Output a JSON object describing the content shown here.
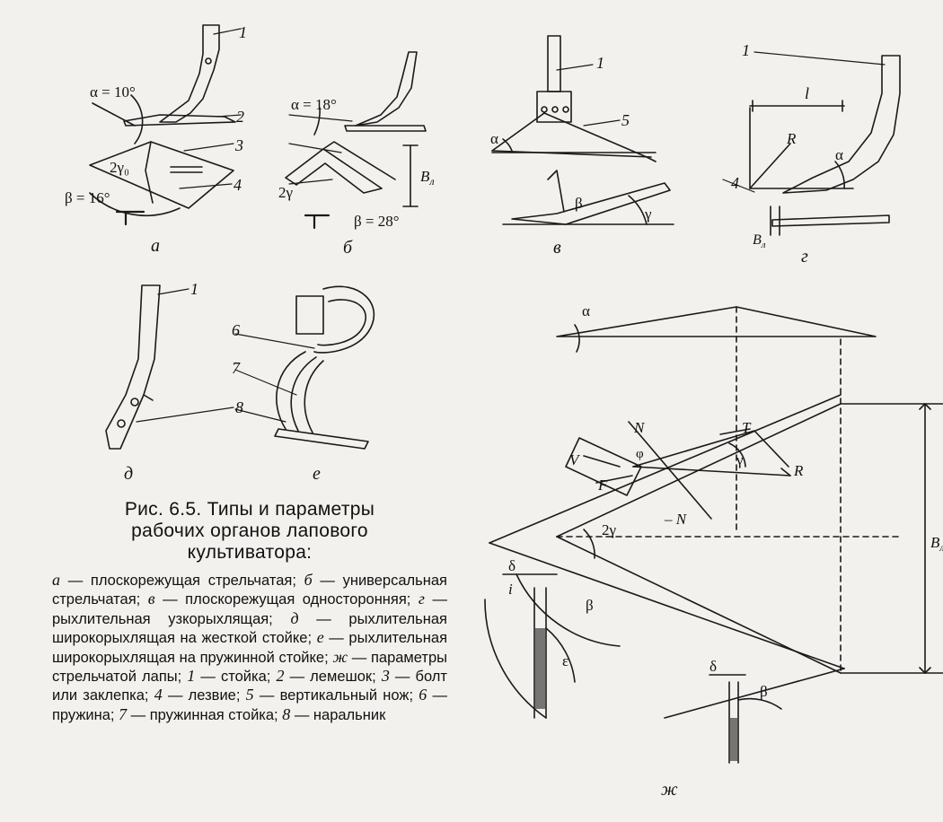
{
  "figure": {
    "part_labels": {
      "a": "а",
      "b": "б",
      "v": "в",
      "g": "г",
      "d": "д",
      "e": "е",
      "zh": "ж"
    },
    "numbers": [
      "1",
      "2",
      "3",
      "4",
      "5",
      "6",
      "7",
      "8"
    ],
    "angles": {
      "alpha_a": "α = 10°",
      "beta_a": "β = 16°",
      "alpha_b": "α = 18°",
      "beta_b": "β = 28°",
      "two_gamma_0": "2γ₀",
      "two_gamma": "2γ",
      "alpha": "α",
      "beta": "β",
      "gamma": "γ",
      "delta": "δ",
      "epsilon": "ε",
      "i": "i",
      "phi": "φ"
    },
    "dims": {
      "B_l": "B",
      "B_l_sub": "л",
      "B_n": "B",
      "B_n_sub": "л",
      "l": "l",
      "R": "R"
    },
    "forces": {
      "N": "N",
      "minus_N": "– N",
      "T": "T",
      "V": "V",
      "F": "F",
      "R": "R"
    }
  },
  "caption": {
    "title_lines": [
      "Рис. 6.5. Типы и параметры",
      "рабочих органов лапового",
      "культиватора:"
    ],
    "legend": [
      {
        "key": "а",
        "text": " — плоскорежущая стрельчатая; "
      },
      {
        "key": "б",
        "text": " — универсальная стрельчатая; "
      },
      {
        "key": "в",
        "text": " — плоскорежущая односторонняя; "
      },
      {
        "key": "г",
        "text": " — рыхлительная узкорыхлящая; "
      },
      {
        "key": "д",
        "text": " — рыхлительная широкорыхлящая на жесткой стойке; "
      },
      {
        "key": "е",
        "text": " — рыхлительная широкорыхлящая на пружинной стойке; "
      },
      {
        "key": "ж",
        "text": " — параметры стрельчатой лапы; "
      },
      {
        "key": "1",
        "text": " — стойка; "
      },
      {
        "key": "2",
        "text": " — лемешок; "
      },
      {
        "key": "3",
        "text": " — болт или заклепка; "
      },
      {
        "key": "4",
        "text": " — лезвие; "
      },
      {
        "key": "5",
        "text": " — вертикальный нож; "
      },
      {
        "key": "6",
        "text": " — пружина; "
      },
      {
        "key": "7",
        "text": " — пружинная стойка; "
      },
      {
        "key": "8",
        "text": " — наральник"
      }
    ]
  }
}
